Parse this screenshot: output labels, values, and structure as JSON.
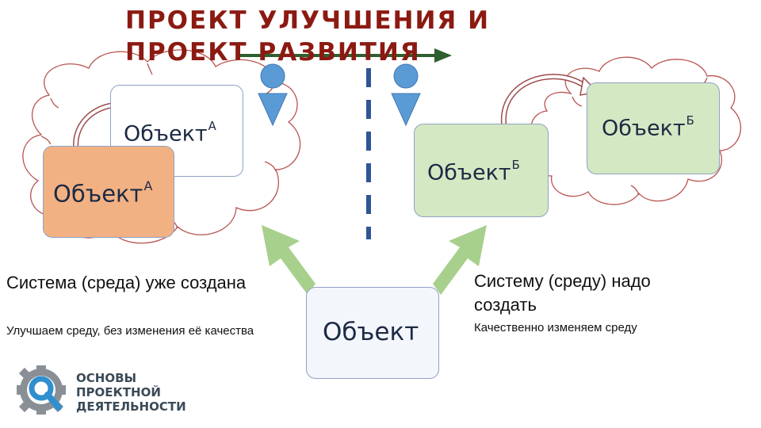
{
  "title": {
    "line1": "ПРОЕКТ УЛУЧШЕНИЯ И",
    "line2": "ПРОЕКТ РАЗВИТИЯ"
  },
  "objects": {
    "a_back": {
      "label": "Объект",
      "sup": "А"
    },
    "a_front": {
      "label": "Объект",
      "sup": "А"
    },
    "b_mid": {
      "label": "Объект",
      "sup": "Б"
    },
    "b_right": {
      "label": "Объект",
      "sup": "Б"
    },
    "center": {
      "label": "Объект"
    }
  },
  "left_text": {
    "heading": "Система (среда) уже создана",
    "sub": "Улучшаем среду, без изменения её качества"
  },
  "right_text": {
    "heading": "Систему (среду) надо создать",
    "sub": "Качественно изменяем среду"
  },
  "logo": {
    "line1": "ОСНОВЫ",
    "line2": "ПРОЕКТНОЙ",
    "line3": "ДЕЯТЕЛЬНОСТИ"
  },
  "colors": {
    "title": "#8b1a12",
    "orange_fill": "#f2b183",
    "green_fill": "#d4e8c3",
    "white_fill": "#ffffff",
    "center_fill": "#f3f6fb",
    "box_border": "#8fa2c4",
    "person": "#5b9bd5",
    "arrow_green": "#a8d08d",
    "divider": "#2f5597",
    "cloud_stroke": "#b85450",
    "top_arrow": "#2e5f2e",
    "logo_gear": "#8a8f96",
    "logo_q": "#2f8fcf"
  }
}
